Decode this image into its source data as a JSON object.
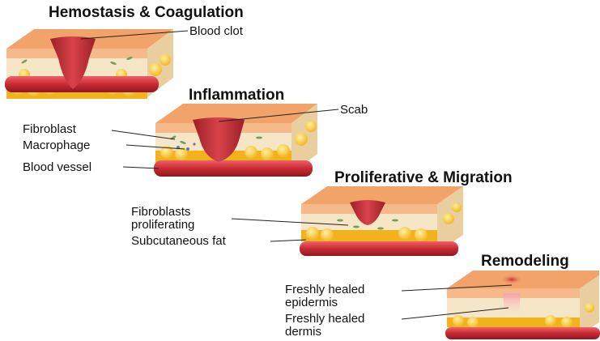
{
  "stages": [
    {
      "title": "Hemostasis & Coagulation",
      "labels": {
        "blood_clot": "Blood clot"
      }
    },
    {
      "title": "Inflammation",
      "labels": {
        "scab": "Scab",
        "fibroblast": "Fibroblast",
        "macrophage": "Macrophage",
        "blood_vessel": "Blood vessel"
      }
    },
    {
      "title": "Proliferative & Migration",
      "labels": {
        "fibroblasts_proliferating": "Fibroblasts\nproliferating",
        "subcutaneous_fat": "Subcutaneous fat"
      }
    },
    {
      "title": "Remodeling",
      "labels": {
        "healed_epidermis": "Freshly healed\nepidermis",
        "healed_dermis": "Freshly healed\ndermis"
      }
    }
  ],
  "colors": {
    "epidermis_top": "#f2a36a",
    "epidermis_front": "#f6b98a",
    "dermis": "#f5e6c8",
    "fat": "#f7c33a",
    "vessel": "#d9363e",
    "clot": "#c0303a",
    "leader_line": "#222222"
  }
}
